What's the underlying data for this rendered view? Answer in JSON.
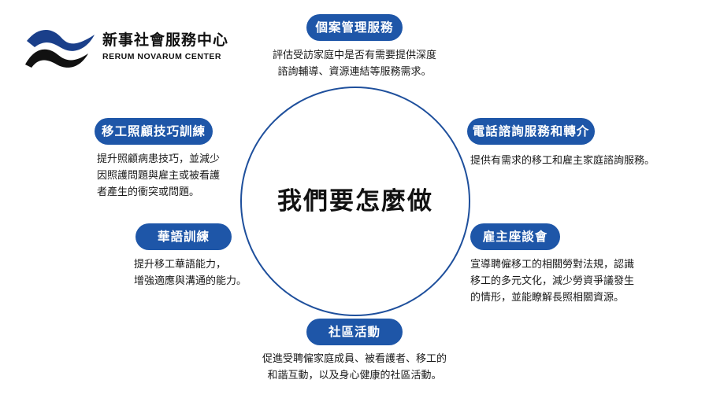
{
  "logo": {
    "name_zh": "新事社會服務中心",
    "name_en": "RERUM NOVARUM CENTER"
  },
  "center": {
    "title": "我們要怎麼做"
  },
  "services": {
    "case_management": {
      "title": "個案管理服務",
      "desc": [
        "評估受訪家庭中是否有需要提供深度",
        "諮詢輔導、資源連結等服務需求。"
      ]
    },
    "phone_consult": {
      "title": "電話諮詢服務和轉介",
      "desc": [
        "提供有需求的移工和雇主家庭諮詢服務。"
      ]
    },
    "employer_forum": {
      "title": "雇主座談會",
      "desc": [
        "宣導聘僱移工的相關勞對法規，認識",
        "移工的多元文化，減少勞資爭議發生",
        "的情形，並能瞭解長照相關資源。"
      ]
    },
    "community": {
      "title": "社區活動",
      "desc": [
        "促進受聘僱家庭成員、被看護者、移工的",
        "和諧互動，以及身心健康的社區活動。"
      ]
    },
    "chinese_training": {
      "title": "華語訓練",
      "desc": [
        "提升移工華語能力，",
        "增強適應與溝通的能力。"
      ]
    },
    "care_skills": {
      "title": "移工照顧技巧訓練",
      "desc": [
        "提升照顧病患技巧，並減少",
        "因照護問題與雇主或被看護",
        "者產生的衝突或問題。"
      ]
    }
  },
  "colors": {
    "accent": "#1e56a8",
    "circle": "#1e4f9c",
    "logo": "#1a3f8a"
  }
}
